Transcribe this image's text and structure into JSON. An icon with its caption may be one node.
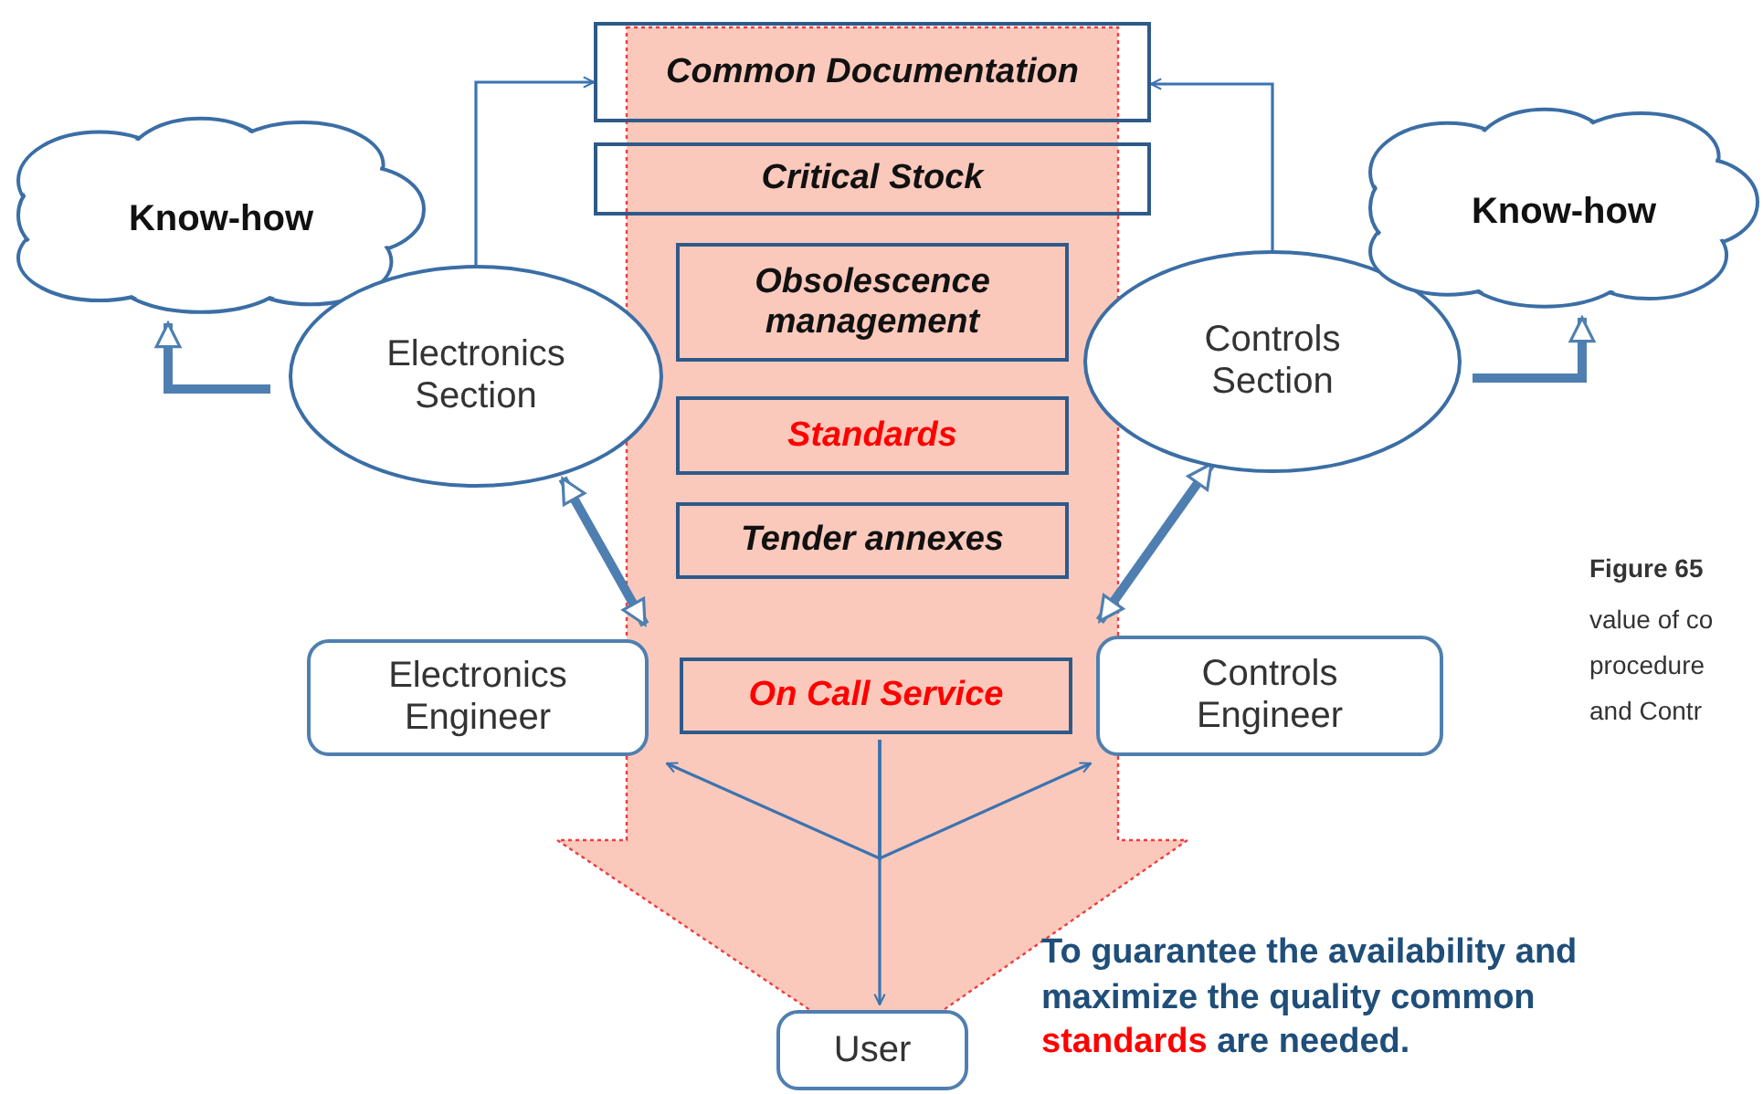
{
  "diagram": {
    "nodes": [
      {
        "text": [
          "Common Documentation"
        ]
      },
      {
        "text": [
          "Critical Stock"
        ]
      },
      {
        "text": [
          "Obsolescence management"
        ]
      },
      {
        "text": [
          "Standards"
        ]
      },
      {
        "text": [
          "Tender annexes"
        ]
      },
      {
        "text": [
          "On Call Service"
        ]
      },
      {
        "text": [
          "Know-how"
        ]
      },
      {
        "text": [
          "Electronics Section"
        ]
      },
      {
        "text": [
          "Controls Section"
        ]
      },
      {
        "text": [
          "Know-how"
        ]
      },
      {
        "text": [
          "Electronics Engineer"
        ]
      },
      {
        "text": [
          "Controls Engineer"
        ]
      },
      {
        "text": [
          "User"
        ]
      }
    ],
    "edges": [
      {
        "from": 7,
        "to": 0,
        "arrow": "to"
      },
      {
        "from": 8,
        "to": 0,
        "arrow": "to"
      },
      {
        "from": 7,
        "to": 6,
        "arrow": "to",
        "style": "thick"
      },
      {
        "from": 8,
        "to": 9,
        "arrow": "to",
        "style": "thick"
      },
      {
        "from": 10,
        "to": 7,
        "arrow": "both",
        "style": "thick"
      },
      {
        "from": 11,
        "to": 8,
        "arrow": "both",
        "style": "thick"
      },
      {
        "from": 5,
        "to": 10,
        "arrow": "to"
      },
      {
        "from": 5,
        "to": 11,
        "arrow": "to"
      },
      {
        "from": 5,
        "to": 12,
        "arrow": "to"
      },
      {
        "from": 0,
        "to": 12,
        "arrow": "to",
        "style": "thick",
        "color": "#fbc9bc"
      }
    ],
    "labels": [
      "To guarantee the availability and maximize the quality common **standards** are needed.",
      "Figure 65",
      "value of co",
      "procedure",
      "and Contr"
    ]
  }
}
